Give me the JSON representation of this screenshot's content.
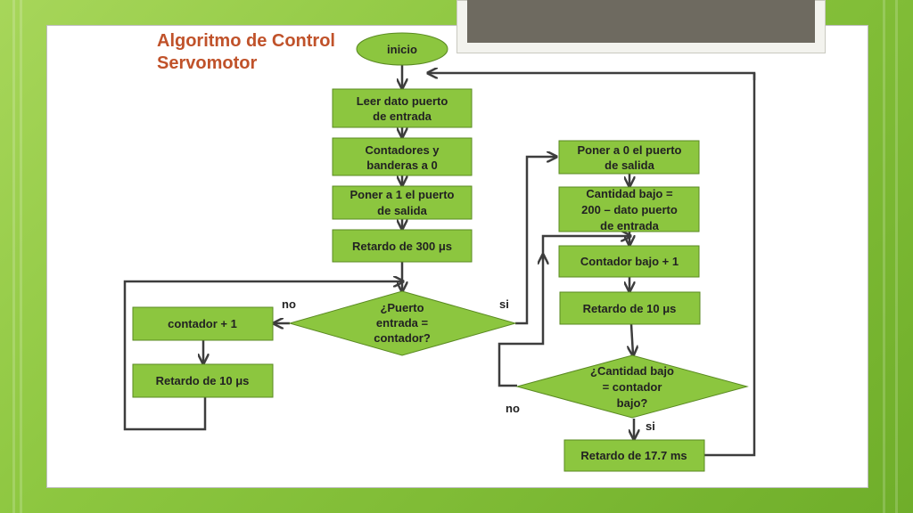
{
  "slide": {
    "title_line1": "Algoritmo de Control",
    "title_line2": "Servomotor"
  },
  "nodes": {
    "inicio": "inicio",
    "leer_l1": "Leer dato puerto",
    "leer_l2": "de entrada",
    "contadores_l1": "Contadores y",
    "contadores_l2": "banderas a 0",
    "poner1_l1": "Poner a 1 el puerto",
    "poner1_l2": "de salida",
    "retardo300": "Retardo de 300 μs",
    "decision1_l1": "¿Puerto",
    "decision1_l2": "entrada =",
    "decision1_l3": "contador?",
    "contador_mas1": "contador + 1",
    "retardo10_left": "Retardo de 10 μs",
    "poner0_l1": "Poner a 0 el puerto",
    "poner0_l2": "de salida",
    "cantidad_l1": "Cantidad bajo =",
    "cantidad_l2": "200 – dato puerto",
    "cantidad_l3": "de entrada",
    "contador_bajo": "Contador bajo + 1",
    "retardo10_right": "Retardo de 10 μs",
    "decision2_l1": "¿Cantidad bajo",
    "decision2_l2": "= contador",
    "decision2_l3": "bajo?",
    "retardo177": "Retardo de 17.7 ms"
  },
  "labels": {
    "no1": "no",
    "si1": "si",
    "no2": "no",
    "si2": "si"
  },
  "colors": {
    "node_fill": "#8cc63f",
    "title": "#c0522a",
    "connector": "#3d3d3d"
  }
}
